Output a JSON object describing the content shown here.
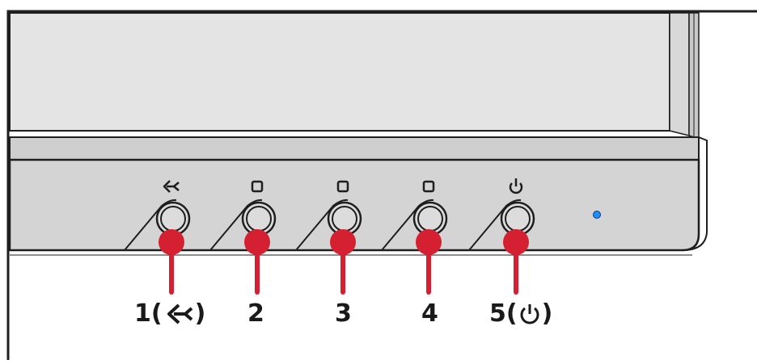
{
  "colors": {
    "bezel_outline": "#1e1e1e",
    "screen_fill": "#e4e4e4",
    "bezel_fill": "#d2d2d2",
    "button_fill": "#dcdcdc",
    "callout_red": "#d42030",
    "power_led": "#1f8fff"
  },
  "buttons": [
    {
      "id": 1,
      "icon": "return-arrow-icon"
    },
    {
      "id": 2,
      "icon": "square-icon"
    },
    {
      "id": 3,
      "icon": "square-icon"
    },
    {
      "id": 4,
      "icon": "square-icon"
    },
    {
      "id": 5,
      "icon": "power-icon"
    }
  ],
  "callouts": [
    {
      "prefix": "1(",
      "suffix": ")",
      "icon": "return-arrow-icon"
    },
    {
      "text": "2"
    },
    {
      "text": "3"
    },
    {
      "text": "4"
    },
    {
      "prefix": "5(",
      "suffix": ")",
      "icon": "power-icon"
    }
  ],
  "indicator": {
    "icon": "power-led-icon"
  }
}
